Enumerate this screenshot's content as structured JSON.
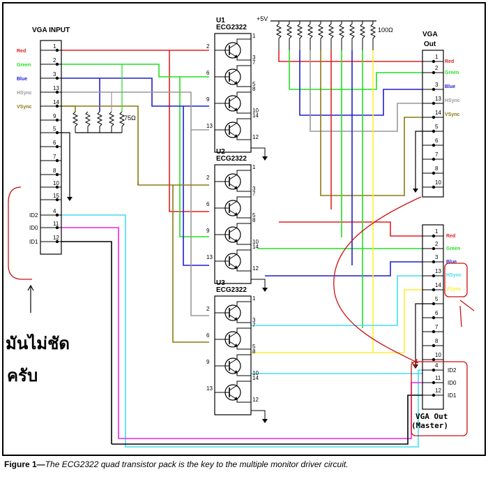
{
  "colors": {
    "red": "#e02020",
    "green": "#22dd22",
    "blue": "#1e1ecc",
    "gray": "#999999",
    "olive": "#8a7a10",
    "cyan": "#44ddee",
    "magenta": "#ee22ee",
    "yellow": "#ffee33",
    "black": "#000000",
    "annot": "#cc1111"
  },
  "vga_in": {
    "title": "VGA INPUT",
    "signals": [
      "Red",
      "Green",
      "Blue",
      "HSync",
      "VSync"
    ],
    "pins": [
      "1",
      "2",
      "3",
      "13",
      "14",
      "9",
      "5",
      "6",
      "7",
      "8",
      "10",
      "15",
      "4",
      "11",
      "12"
    ],
    "id_labels": [
      "ID2",
      "ID0",
      "ID1"
    ],
    "resistor": "75Ω"
  },
  "chips": [
    {
      "label": "U1",
      "part": "ECG2322",
      "pins": [
        "2",
        "3",
        "6",
        "5",
        "9",
        "8",
        "10",
        "13",
        "12",
        "14",
        "7"
      ]
    },
    {
      "label": "U2",
      "part": "ECG2322",
      "pins": [
        "2",
        "3",
        "6",
        "5",
        "9",
        "8",
        "10",
        "13",
        "12",
        "14",
        "7"
      ]
    },
    {
      "label": "U3",
      "part": "ECG2322",
      "pins": [
        "2",
        "3",
        "6",
        "5",
        "9",
        "8",
        "10",
        "13",
        "12",
        "14",
        "7"
      ]
    }
  ],
  "supply": {
    "label": "+5V",
    "resistor": "100Ω"
  },
  "vga_out": {
    "title_line1": "VGA",
    "title_line2": "Out",
    "pins": [
      "1",
      "2",
      "3",
      "13",
      "14",
      "5",
      "6",
      "7",
      "8",
      "10"
    ],
    "signals": [
      "Red",
      "Green",
      "Blue",
      "HSync",
      "VSync"
    ]
  },
  "vga_master": {
    "title_line1": "VGA Out",
    "title_line2": "(Master)",
    "pins": [
      "1",
      "2",
      "3",
      "13",
      "14",
      "5",
      "6",
      "7",
      "8",
      "10",
      "4",
      "11",
      "12"
    ],
    "signals": [
      "Red",
      "Green",
      "Blue",
      "HSync",
      "VSync"
    ],
    "id_labels": [
      "ID2",
      "ID0",
      "ID1"
    ]
  },
  "annotation": {
    "line1": "มันไม่ชัด",
    "line2": "ครับ"
  },
  "caption": {
    "prefix": "Figure 1—",
    "text": "The ECG2322 quad transistor pack is the key to the multiple monitor driver circuit."
  }
}
